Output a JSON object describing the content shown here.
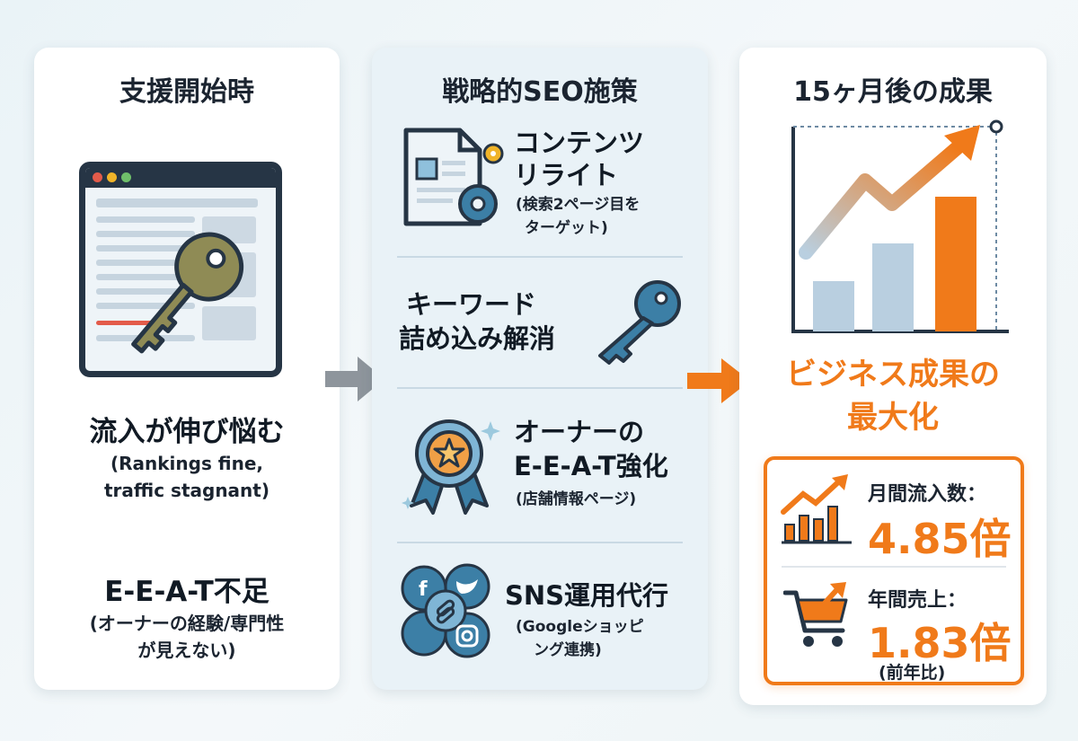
{
  "col1": {
    "title": "支援開始時",
    "issue1": "流入が伸び悩む",
    "issue1_sub_line1": "(Rankings fine,",
    "issue1_sub_line2": "traffic stagnant)",
    "issue2": "E-E-A-T不足",
    "issue2_sub_line1": "(オーナーの経験/専門性",
    "issue2_sub_line2": "が見えない)"
  },
  "col2": {
    "title": "戦略的SEO施策",
    "items": [
      {
        "title_line1": "コンテンツ",
        "title_line2": "リライト",
        "sub_line1": "(検索2ページ目を",
        "sub_line2": "ターゲット)",
        "icon": "document-gear-icon"
      },
      {
        "title_line1": "キーワード",
        "title_line2": "詰め込み解消",
        "icon": "key-icon"
      },
      {
        "title_line1": "オーナーの",
        "title_line2": "E-E-A-T強化",
        "sub_line1": "(店舗情報ページ)",
        "icon": "award-ribbon-icon"
      },
      {
        "title_line1": "SNS運用代行",
        "sub_line1": "(Googleショッピ",
        "sub_line2": "ング連携)",
        "icon": "social-network-icon"
      }
    ]
  },
  "col3": {
    "title": "15ヶ月後の成果",
    "headline_line1": "ビジネス成果の",
    "headline_line2": "最大化",
    "stats": [
      {
        "label": "月間流入数：",
        "value": "4.85倍",
        "icon": "growth-chart-icon"
      },
      {
        "label": "年間売上：",
        "value": "1.83倍",
        "note": "(前年比)",
        "icon": "shopping-cart-icon"
      }
    ]
  },
  "colors": {
    "accent": "#f07a1a",
    "navy": "#263545",
    "key": "#8f8b55",
    "blue": "#3c7fa6",
    "gray_arrow": "#8e959c"
  }
}
